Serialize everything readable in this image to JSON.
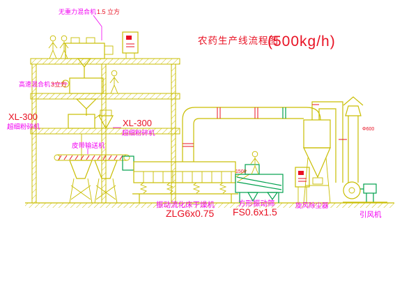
{
  "title": {
    "name": "农药生产线流程图",
    "capacity": "(500kg/h)"
  },
  "labels": {
    "gravity_mixer": {
      "name": "无重力混合机",
      "size": "1.5 立方"
    },
    "high_speed_mixer": {
      "name": "高速混合机",
      "size": "3立方"
    },
    "crusher_left": {
      "model": "XL-300",
      "name": "超细粉碎机"
    },
    "crusher_mid": {
      "model": "XL-300",
      "name": "超细粉碎机"
    },
    "belt_conveyor": {
      "name": "皮带输送机"
    },
    "dryer": {
      "name": "振动流化床干燥机",
      "model": "ZLG6x0.75"
    },
    "sieve": {
      "name": "方形振动筛",
      "model": "FS0.6x1.5",
      "dim": "1500"
    },
    "cyclone": {
      "name": "旋风除尘器"
    },
    "fan": {
      "name": "引风机"
    },
    "stack": {
      "dim": "Φ600"
    }
  },
  "colors": {
    "structure_yellow": "#c9bd00",
    "equipment_green": "#00a14e",
    "accent_red": "#e81123",
    "label_magenta": "#f200f2",
    "background": "#ffffff"
  }
}
